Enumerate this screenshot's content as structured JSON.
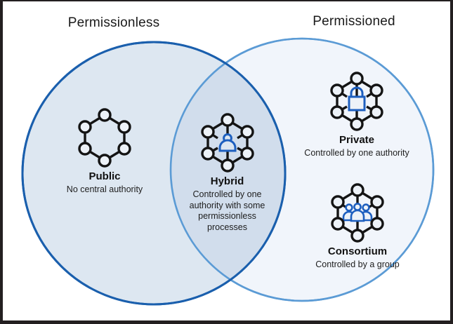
{
  "diagram": {
    "type": "venn",
    "headers": {
      "left": "Permissionless",
      "right": "Permissioned"
    },
    "colors": {
      "left_circle_stroke": "#1a5fad",
      "left_circle_fill": "#dce6f1",
      "right_circle_stroke": "#5b9bd5",
      "right_circle_fill": "#f1f5fb",
      "overlap_fill": "#ccdaea",
      "icon_stroke": "#141414",
      "icon_accent": "#1d5fbf",
      "frame": "#231f20",
      "text": "#111111"
    },
    "regions": [
      {
        "id": "public",
        "zone": "left-only",
        "icon": "hexagon-network-icon",
        "title": "Public",
        "description": "No central authority"
      },
      {
        "id": "hybrid",
        "zone": "overlap",
        "icon": "hexagon-network-person-icon",
        "title": "Hybrid",
        "description": "Controlled by one authority with some permissionless processes"
      },
      {
        "id": "private",
        "zone": "right-only",
        "icon": "hexagon-network-lock-icon",
        "title": "Private",
        "description": "Controlled by one authority"
      },
      {
        "id": "consortium",
        "zone": "right-only",
        "icon": "hexagon-network-group-icon",
        "title": "Consortium",
        "description": "Controlled by a group"
      }
    ]
  }
}
